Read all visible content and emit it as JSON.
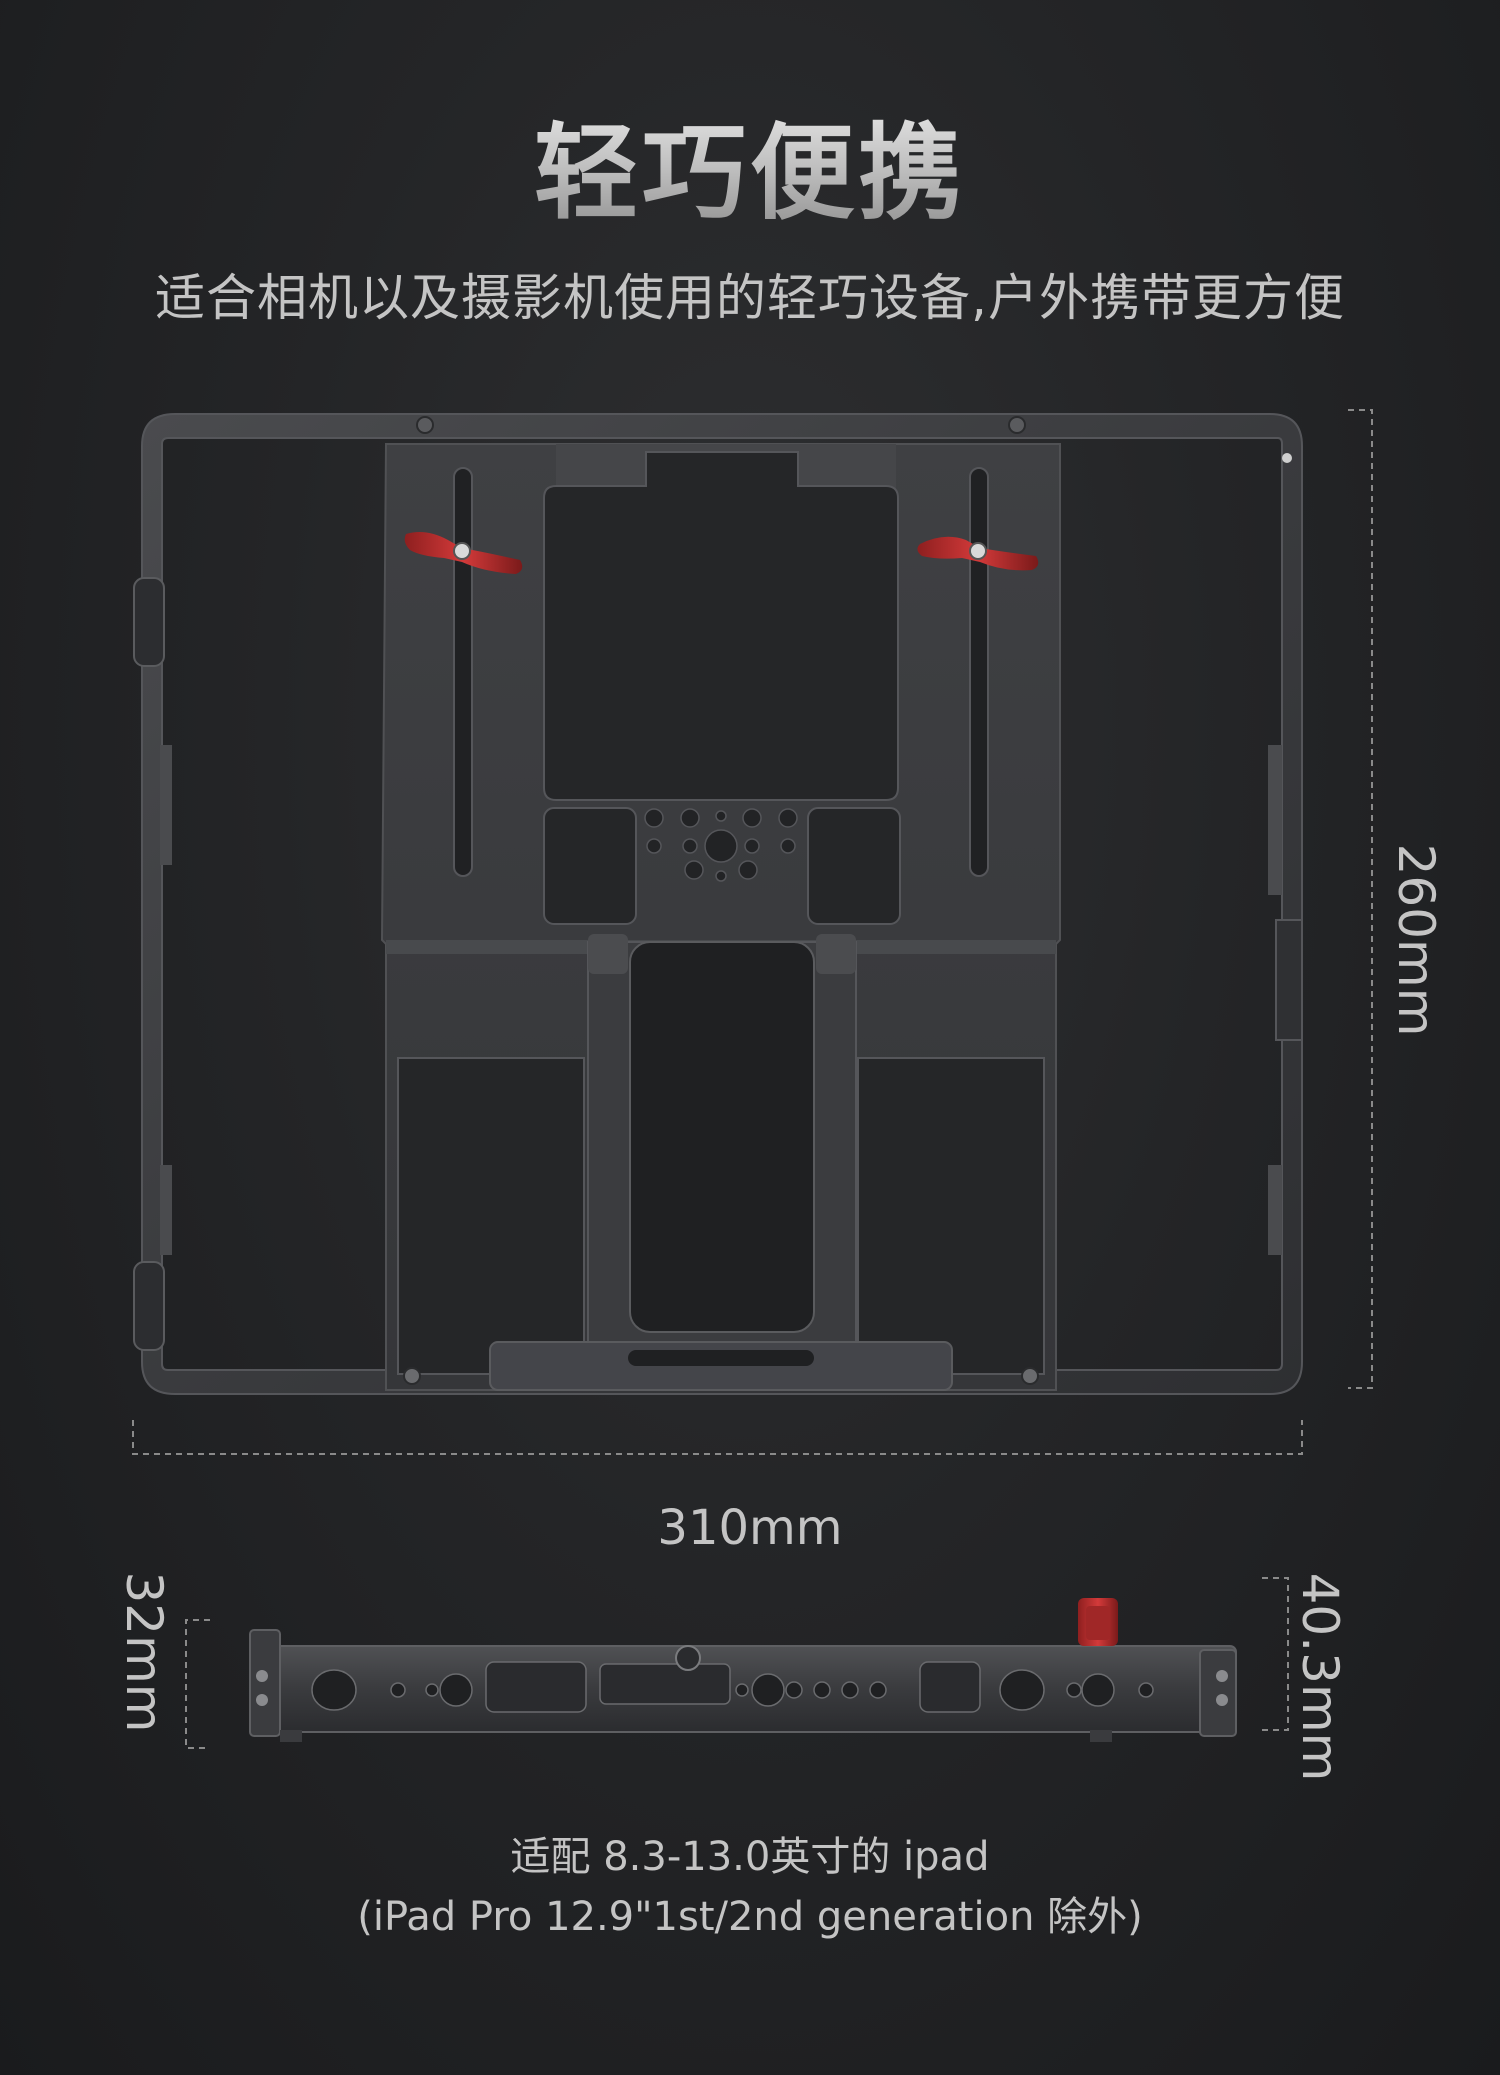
{
  "header": {
    "title": "轻巧便携",
    "subtitle": "适合相机以及摄影机使用的轻巧设备,户外携带更方便"
  },
  "dimensions": {
    "width": "310mm",
    "height": "260mm",
    "thickness_min": "32mm",
    "thickness_max": "40.3mm"
  },
  "compatibility": {
    "line1": "适配 8.3-13.0英寸的 ipad",
    "line2": "(iPad Pro 12.9\"1st/2nd generation 除外)"
  },
  "colors": {
    "background": "#242527",
    "accent_red": "#d33a3a",
    "cage_metal": "#3a3b3e"
  }
}
